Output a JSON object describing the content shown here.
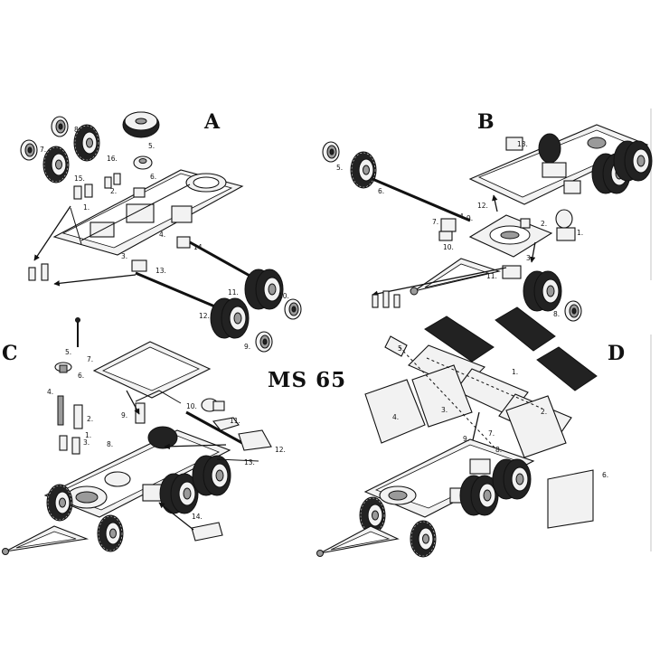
{
  "model_code": "MS 65",
  "panels": [
    {
      "letter": "A",
      "callouts": [
        "1.",
        "2.",
        "3.",
        "4.",
        "5.",
        "6.",
        "7.",
        "8.",
        "9.",
        "10.",
        "11.",
        "12.",
        "13.",
        "14.",
        "15.",
        "16."
      ]
    },
    {
      "letter": "B",
      "callouts": [
        "1.",
        "2.",
        "3.",
        "4.",
        "5.",
        "6.",
        "7.",
        "8.",
        "9.",
        "10.",
        "11.",
        "12.",
        "13."
      ]
    },
    {
      "letter": "C",
      "callouts": [
        "1.",
        "2.",
        "3.",
        "4.",
        "5.",
        "6.",
        "7.",
        "8.",
        "9.",
        "10.",
        "11.",
        "12.",
        "13.",
        "14."
      ]
    },
    {
      "letter": "D",
      "callouts": [
        "1.",
        "2.",
        "3.",
        "4.",
        "5.",
        "6.",
        "7.",
        "8.",
        "9."
      ]
    }
  ]
}
